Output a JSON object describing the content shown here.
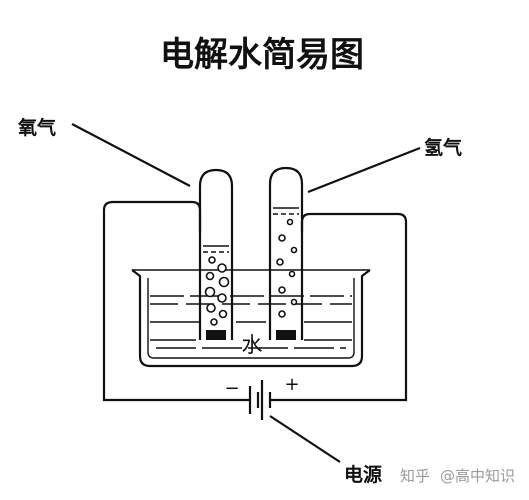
{
  "title": "电解水简易图",
  "labels": {
    "oxygen": "氧气",
    "hydrogen": "氢气",
    "water": "水",
    "power_source": "电源",
    "minus_sign": "−",
    "plus_sign": "+"
  },
  "watermark": {
    "platform": "知乎",
    "author": "@高中知识"
  }
}
